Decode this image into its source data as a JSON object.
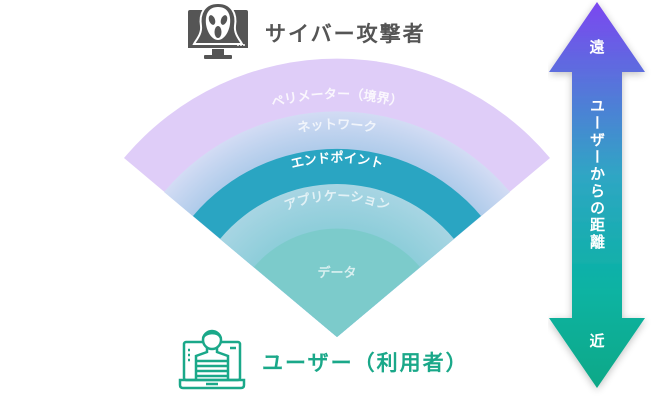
{
  "attacker": {
    "label": "サイバー攻撃者",
    "icon": "scream-mask-monitor-icon",
    "color": "#555555"
  },
  "user": {
    "label": "ユーザー（利用者）",
    "icon": "user-laptop-icon",
    "color": "#1aa889"
  },
  "layers": [
    {
      "label": "ペリメーター（境界）",
      "color": "#dfcdf8"
    },
    {
      "label": "ネットワーク",
      "color": "#d3dcf4"
    },
    {
      "label": "エンドポイント",
      "color": "#2aa5c2"
    },
    {
      "label": "アプリケーション",
      "color": "#9dd1df"
    },
    {
      "label": "データ",
      "color": "#7ccbcb"
    }
  ],
  "distance_arrow": {
    "far_label": "遠",
    "middle_label": "ユーザーからの距離",
    "near_label": "近",
    "color_top": "#7b47f0",
    "color_mid": "#2fa6c4",
    "color_bottom": "#0ea887"
  }
}
